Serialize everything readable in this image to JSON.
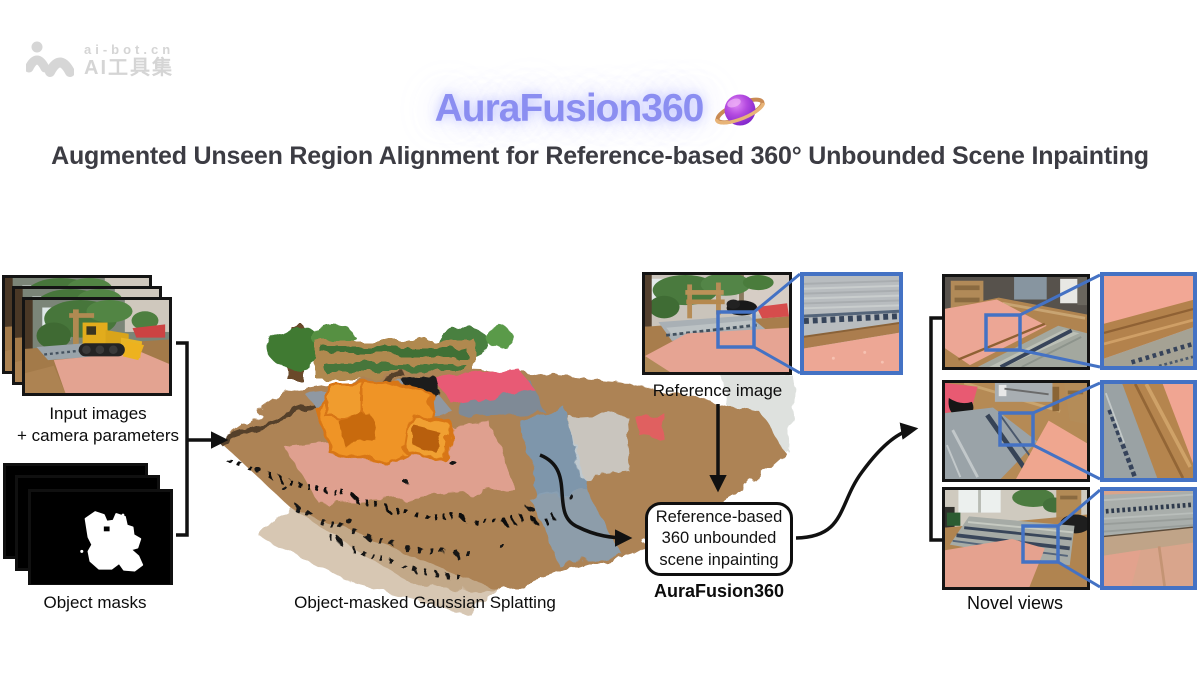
{
  "watermark": {
    "site": "ai-bot.cn",
    "name": "AI工具集"
  },
  "header": {
    "title": "AuraFusion360",
    "subtitle": "Augmented Unseen Region Alignment for Reference-based 360° Unbounded Scene Inpainting"
  },
  "labels": {
    "inputs_line1": "Input images",
    "inputs_line2": "+ camera parameters",
    "masks": "Object masks",
    "splat": "Object-masked Gaussian Splatting",
    "reference": "Reference image",
    "novel": "Novel views",
    "method_caption": "AuraFusion360"
  },
  "method_box": {
    "line1": "Reference-based",
    "line2": "360 unbounded",
    "line3": "scene inpainting"
  },
  "colors": {
    "accent_blue": "#4472c4",
    "title_purple": "#8b8ef1",
    "highlight_orange": "#f0921e",
    "mask_white": "#ffffff",
    "arrow_black": "#111111"
  },
  "icons": {
    "planet": "purple-ringed-planet-icon",
    "logo": "ai-bot-logo-icon"
  }
}
